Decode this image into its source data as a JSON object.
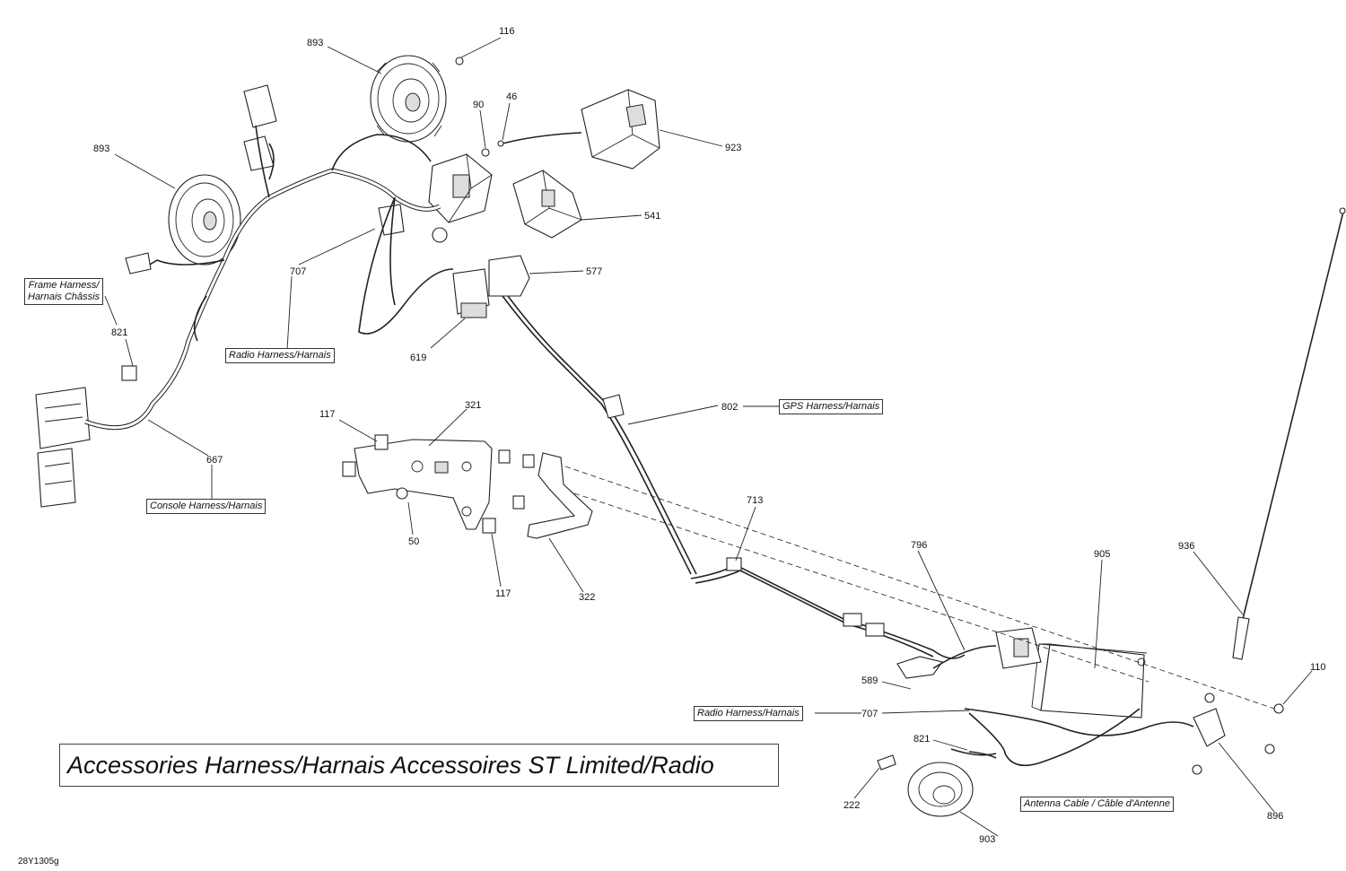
{
  "title": "Accessories Harness/Harnais Accessoires ST Limited/Radio",
  "drawing_code": "28Y1305g",
  "boxed_labels": {
    "frame_harness": "Frame Harness/\nHarnais Châssis",
    "radio_harness_upper": "Radio Harness/Harnais",
    "console_harness": "Console Harness/Harnais",
    "gps_harness": "GPS Harness/Harnais",
    "radio_harness_lower": "Radio Harness/Harnais",
    "antenna_cable": "Antenna Cable / Câble d'Antenne"
  },
  "callouts": [
    "116",
    "893",
    "90",
    "46",
    "923",
    "893",
    "541",
    "577",
    "707",
    "821",
    "619",
    "802",
    "321",
    "117",
    "667",
    "50",
    "117",
    "322",
    "713",
    "796",
    "905",
    "936",
    "589",
    "110",
    "707",
    "821",
    "222",
    "903",
    "896"
  ]
}
